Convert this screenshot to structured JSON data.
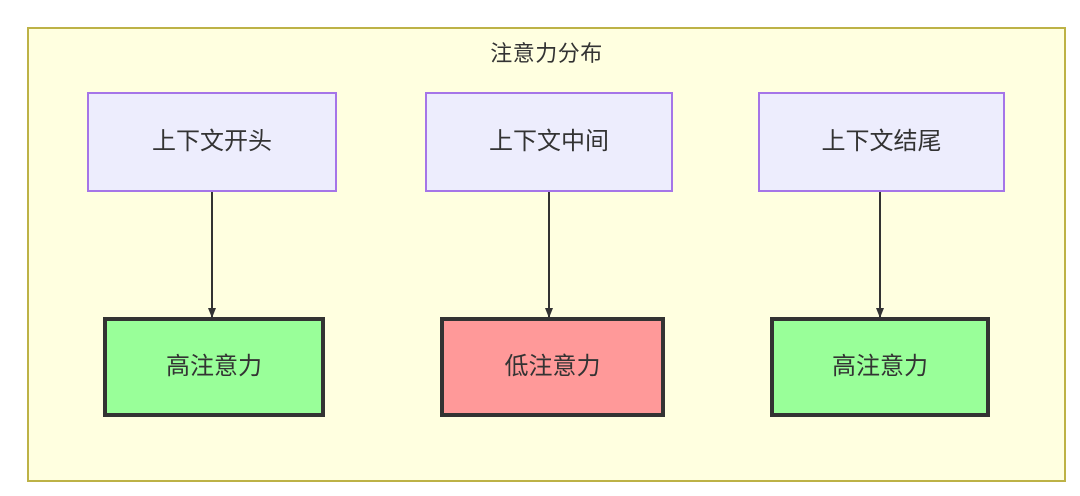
{
  "diagram": {
    "type": "flowchart",
    "title": "注意力分布",
    "background_color": "#FFFFFF",
    "container": {
      "label": "注意力分布",
      "fill_color": "#FFFFE0",
      "border_color": "#BDB246"
    },
    "colors": {
      "context_fill": "#EDEDFD",
      "context_border": "#A575E8",
      "high_attention_fill": "#99FF99",
      "low_attention_fill": "#FF9999",
      "emphasis_border": "#333333",
      "edge_color": "#333333",
      "text_color": "#333333"
    },
    "nodes": [
      {
        "id": "ctx_start",
        "label": "上下文开头",
        "row": "top",
        "column": 1,
        "style": "context"
      },
      {
        "id": "ctx_middle",
        "label": "上下文中间",
        "row": "top",
        "column": 2,
        "style": "context"
      },
      {
        "id": "ctx_end",
        "label": "上下文结尾",
        "row": "top",
        "column": 3,
        "style": "context"
      },
      {
        "id": "att_high_1",
        "label": "高注意力",
        "row": "bottom",
        "column": 1,
        "style": "high"
      },
      {
        "id": "att_low",
        "label": "低注意力",
        "row": "bottom",
        "column": 2,
        "style": "low"
      },
      {
        "id": "att_high_2",
        "label": "高注意力",
        "row": "bottom",
        "column": 3,
        "style": "high"
      }
    ],
    "edges": [
      {
        "from": "ctx_start",
        "to": "att_high_1",
        "label": "",
        "arrowhead": "solid-triangle"
      },
      {
        "from": "ctx_middle",
        "to": "att_low",
        "label": "",
        "arrowhead": "solid-triangle"
      },
      {
        "from": "ctx_end",
        "to": "att_high_2",
        "label": "",
        "arrowhead": "solid-triangle"
      }
    ]
  }
}
